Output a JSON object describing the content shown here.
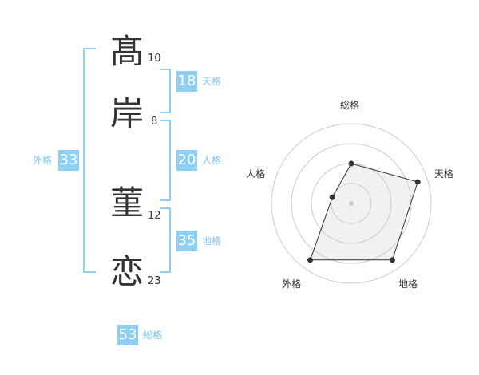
{
  "name": {
    "chars": [
      {
        "char": "髙",
        "strokes": "10"
      },
      {
        "char": "岸",
        "strokes": "8"
      },
      {
        "char": "菫",
        "strokes": "12"
      },
      {
        "char": "恋",
        "strokes": "23"
      }
    ]
  },
  "scores": {
    "tenkaku": {
      "value": "18",
      "label": "天格"
    },
    "jinkaku": {
      "value": "20",
      "label": "人格"
    },
    "chikaku": {
      "value": "35",
      "label": "地格"
    },
    "gaikaku": {
      "value": "33",
      "label": "外格"
    },
    "soukaku": {
      "value": "53",
      "label": "総格"
    }
  },
  "colors": {
    "accent": "#8ecff5",
    "label_text": "#7fc6ee",
    "text": "#333333"
  },
  "chart_data": {
    "type": "radar",
    "axes": [
      "総格",
      "天格",
      "地格",
      "外格",
      "人格"
    ],
    "rings": 4,
    "values": [
      2,
      3.5,
      3.5,
      3.5,
      1
    ],
    "max": 4
  }
}
